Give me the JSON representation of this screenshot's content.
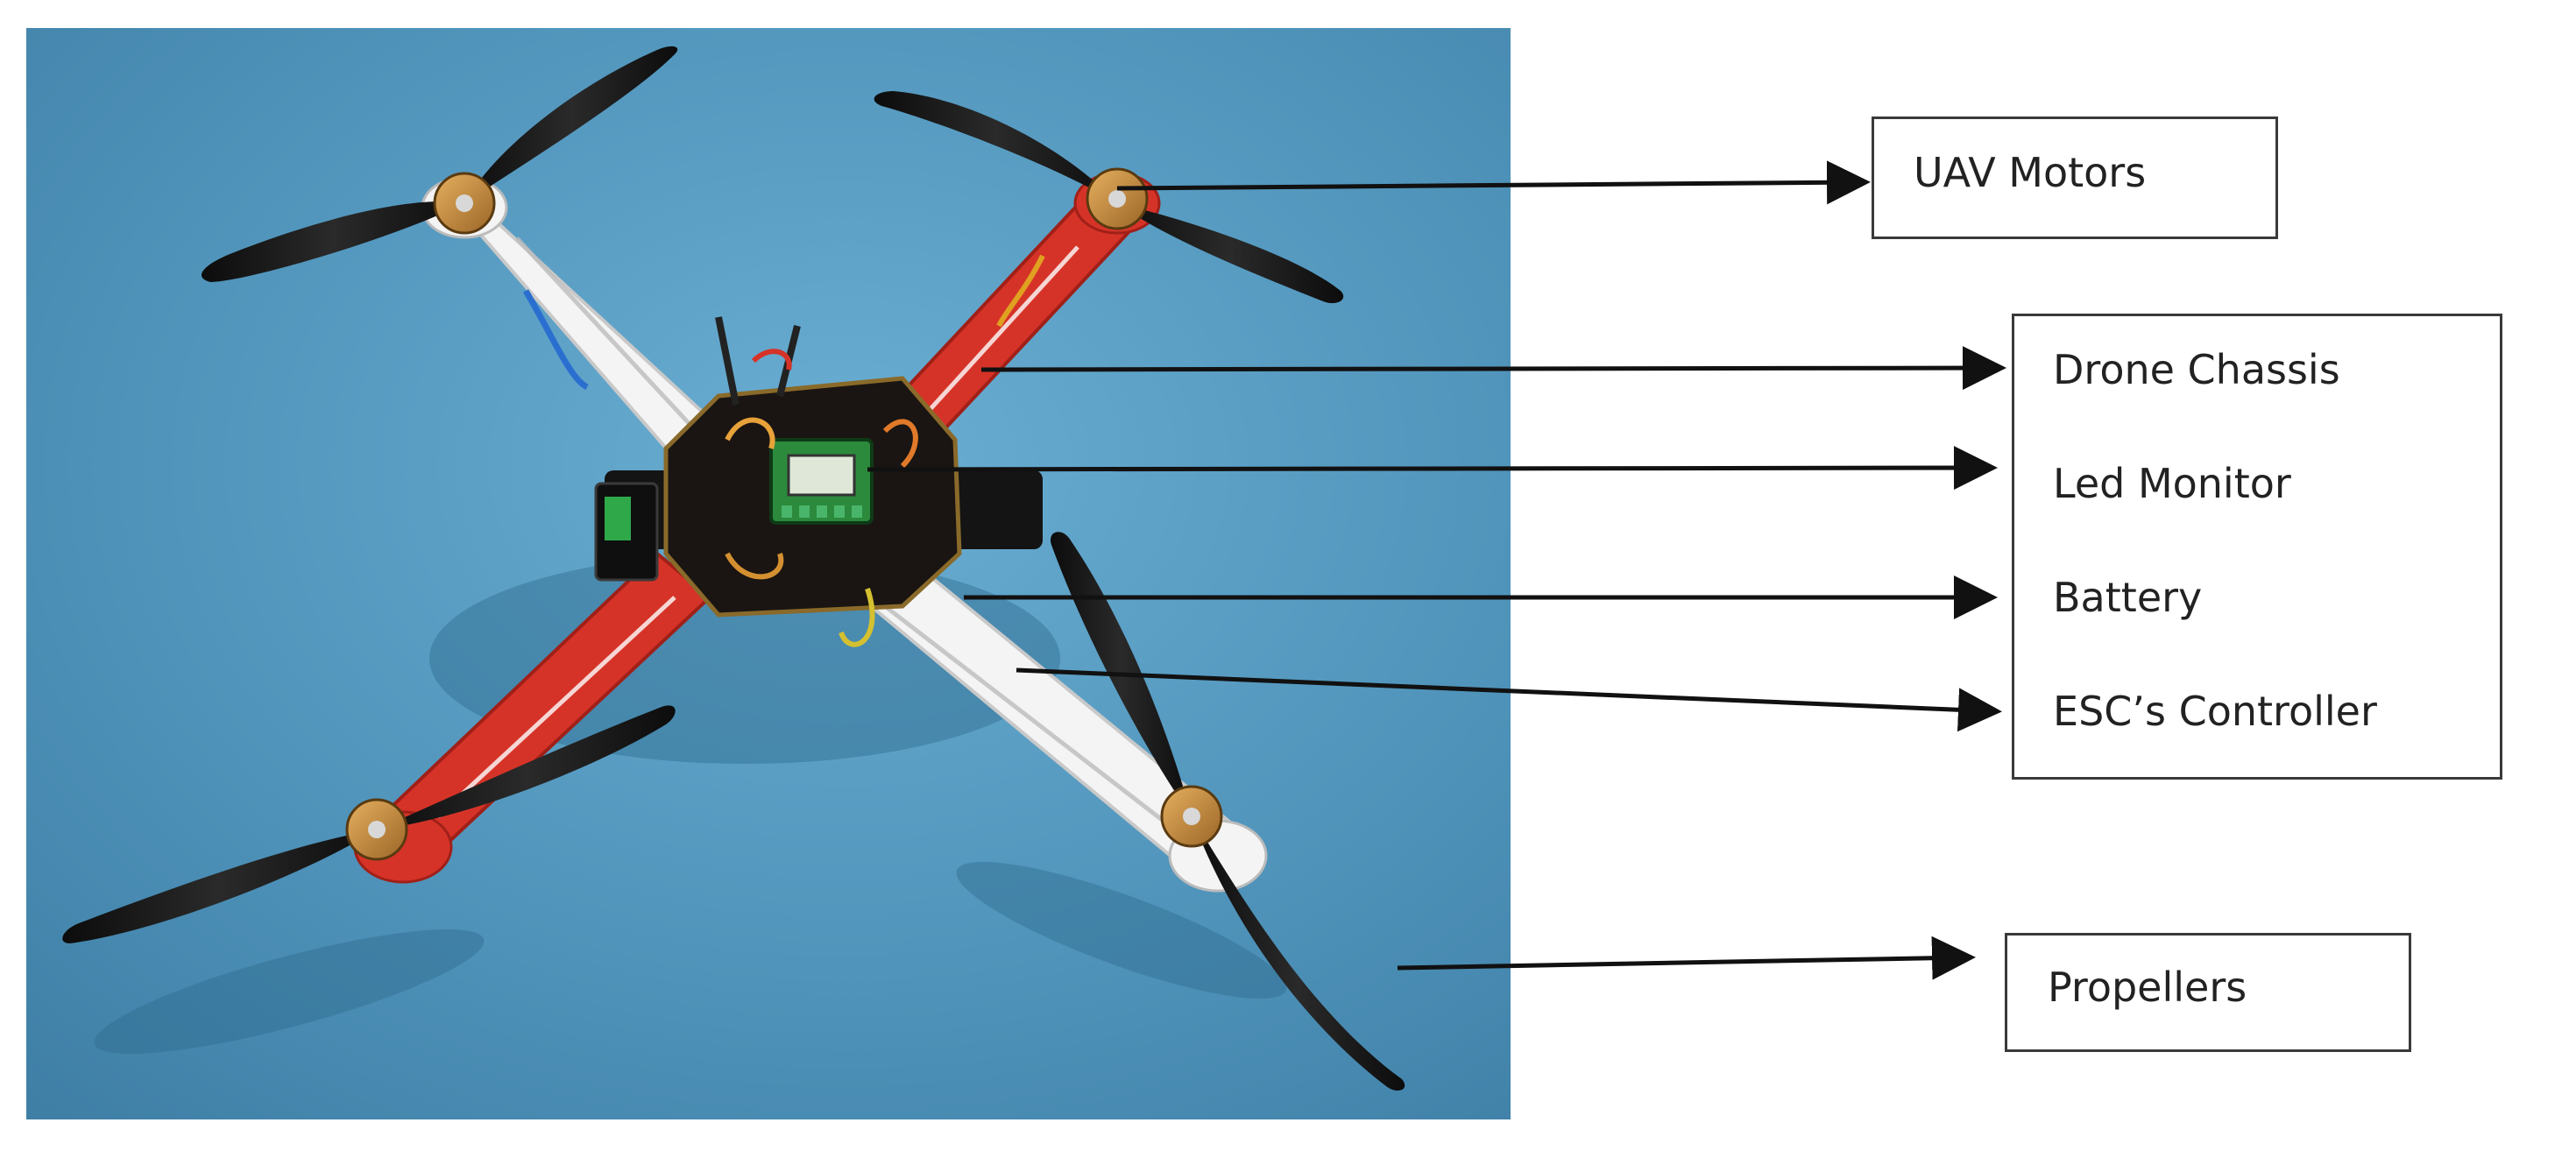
{
  "labels": {
    "uav_motors": "UAV Motors",
    "drone_chassis": "Drone Chassis",
    "led_monitor": "Led Monitor",
    "battery": "Battery",
    "esc_controller": "ESC’s Controller",
    "propellers": "Propellers"
  },
  "colors": {
    "backdrop": "#4f93ba",
    "frame_red": "#d63328",
    "frame_white": "#f4f4f4",
    "propeller": "#161616",
    "board": "#1a1512",
    "motor": "#c78a3c",
    "arrow": "#111111"
  }
}
